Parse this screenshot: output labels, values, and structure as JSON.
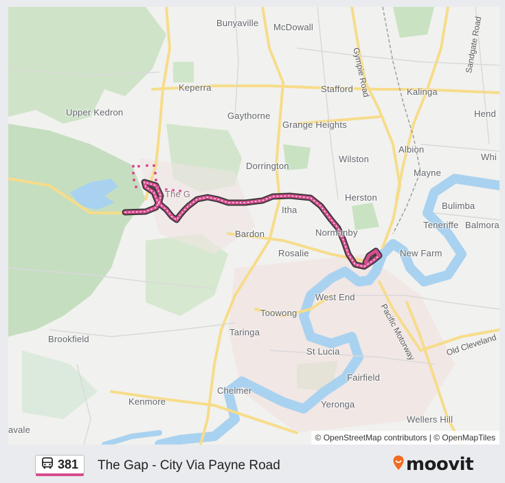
{
  "map": {
    "places": [
      {
        "id": "bunyaville",
        "name": "Bunyaville"
      },
      {
        "id": "mcdowall",
        "name": "McDowall"
      },
      {
        "id": "keperra",
        "name": "Keperra"
      },
      {
        "id": "stafford",
        "name": "Stafford"
      },
      {
        "id": "kalinga",
        "name": "Kalinga"
      },
      {
        "id": "upper-kedron",
        "name": "Upper Kedron"
      },
      {
        "id": "gaythorne",
        "name": "Gaythorne"
      },
      {
        "id": "grange-heights",
        "name": "Grange Heights"
      },
      {
        "id": "hend",
        "name": "Hend"
      },
      {
        "id": "albion",
        "name": "Albion"
      },
      {
        "id": "whi",
        "name": "Whi"
      },
      {
        "id": "dorrington",
        "name": "Dorrington"
      },
      {
        "id": "wilston",
        "name": "Wilston"
      },
      {
        "id": "mayne",
        "name": "Mayne"
      },
      {
        "id": "the-gap",
        "name": "The G"
      },
      {
        "id": "herston",
        "name": "Herston"
      },
      {
        "id": "bulimba",
        "name": "Bulimba"
      },
      {
        "id": "itha",
        "name": "Itha"
      },
      {
        "id": "teneriffe",
        "name": "Teneriffe"
      },
      {
        "id": "balmoral",
        "name": "Balmoral"
      },
      {
        "id": "bardon",
        "name": "Bardon"
      },
      {
        "id": "normanby",
        "name": "Normanby"
      },
      {
        "id": "new-farm",
        "name": "New Farm"
      },
      {
        "id": "rosalie",
        "name": "Rosalie"
      },
      {
        "id": "west-end",
        "name": "West End"
      },
      {
        "id": "toowong",
        "name": "Toowong"
      },
      {
        "id": "brookfield",
        "name": "Brookfield"
      },
      {
        "id": "taringa",
        "name": "Taringa"
      },
      {
        "id": "st-lucia",
        "name": "St Lucia"
      },
      {
        "id": "fairfield",
        "name": "Fairfield"
      },
      {
        "id": "kenmore",
        "name": "Kenmore"
      },
      {
        "id": "chelmer",
        "name": "Chelmer"
      },
      {
        "id": "yeronga",
        "name": "Yeronga"
      },
      {
        "id": "wellers-hill",
        "name": "Wellers Hill"
      },
      {
        "id": "avale",
        "name": "avale"
      }
    ],
    "roads": [
      {
        "id": "gympie-road",
        "name": "Gympie Road"
      },
      {
        "id": "sandgate-road",
        "name": "Sandgate Road"
      },
      {
        "id": "pacific-motorway",
        "name": "Pacific Motorway"
      },
      {
        "id": "old-cleveland",
        "name": "Old Cleveland"
      }
    ],
    "attribution": "© OpenStreetMap contributors | © OpenMapTiles",
    "route_color": "#d64c8f"
  },
  "route": {
    "number": "381",
    "name": "The Gap - City Via Payne Road",
    "icon": "bus-icon"
  },
  "brand": {
    "name": "moovit",
    "icon": "location-pin-icon",
    "color": "#f26b21"
  }
}
